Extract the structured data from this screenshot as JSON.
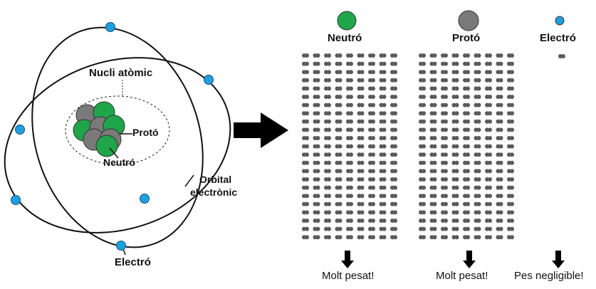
{
  "atom": {
    "nucleus_label": "Nucli atòmic",
    "proton_label": "Protó",
    "neutron_label": "Neutró",
    "orbital_label_line1": "Orbital",
    "orbital_label_line2": "electrònic",
    "electron_label": "Electró"
  },
  "particles": [
    {
      "name": "Neutró",
      "color": "#1fa54a",
      "caption": "Molt pesat!"
    },
    {
      "name": "Protó",
      "color": "#7a7a7a",
      "caption": "Molt pesat!"
    },
    {
      "name": "Electró",
      "color": "#1ea0e0",
      "caption": "Pes negligible!"
    }
  ],
  "colors": {
    "neutron": "#1fa54a",
    "proton": "#7a7a7a",
    "electron": "#1ea0e0",
    "dot": "#5a5a5a",
    "arrow": "#000000"
  }
}
